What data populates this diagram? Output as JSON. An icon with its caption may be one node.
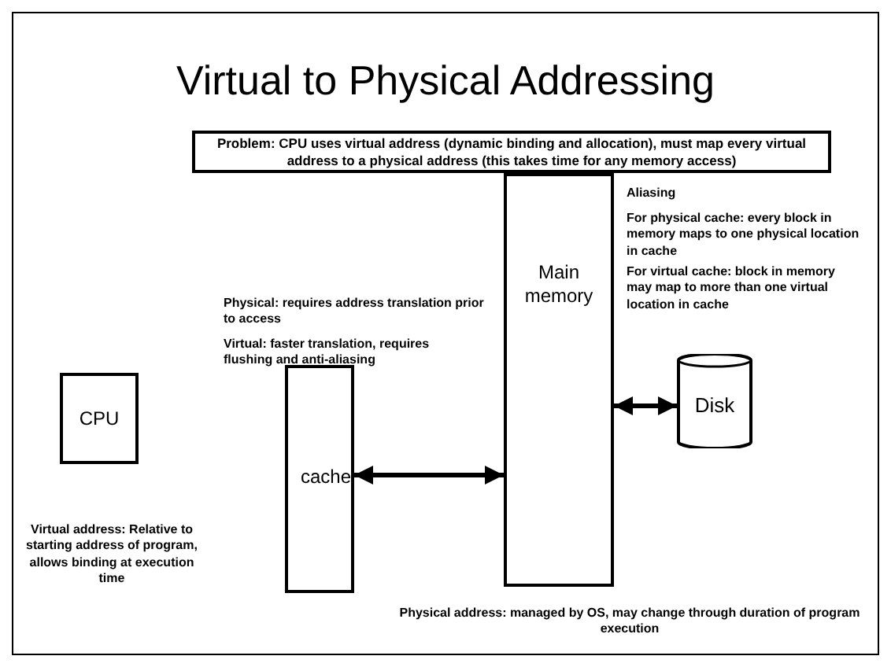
{
  "diagram": {
    "title": "Virtual to Physical Addressing",
    "nodes": [
      {
        "text": [
          "Problem: CPU uses virtual address (dynamic binding and allocation), must map every virtual address to a physical address (this takes time for any memory access)"
        ]
      },
      {
        "text": [
          "CPU"
        ]
      },
      {
        "text": [
          "cache"
        ]
      },
      {
        "text": [
          "Main memory"
        ]
      },
      {
        "text": [
          "Disk"
        ]
      }
    ],
    "edges": [
      {
        "from": 2,
        "to": 3,
        "arrow": "both"
      },
      {
        "from": 3,
        "to": 4,
        "arrow": "both"
      }
    ],
    "labels": [
      "Aliasing",
      "For physical cache: every block in memory maps to one physical location in cache",
      "For virtual cache: block in memory may map to more than one virtual location in cache",
      "Physical: requires address translation prior to access",
      "Virtual: faster translation, requires flushing and anti-aliasing",
      "Virtual address: Relative to starting address of program, allows binding at execution time",
      "Physical address: managed by OS, may change through duration of program execution"
    ]
  }
}
